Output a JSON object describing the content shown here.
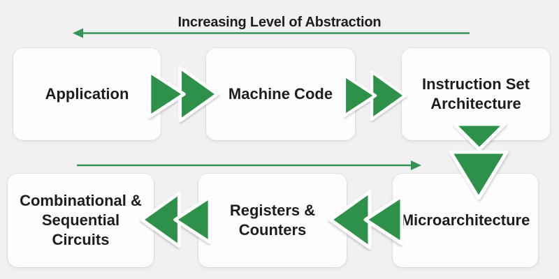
{
  "diagram": {
    "title": "Increasing Level of Abstraction",
    "nodes": [
      {
        "id": "application",
        "label": "Application"
      },
      {
        "id": "machine-code",
        "label": "Machine Code"
      },
      {
        "id": "instruction-set-architecture",
        "label": "Instruction Set\nArchitecture"
      },
      {
        "id": "microarchitecture",
        "label": "Microarchitecture"
      },
      {
        "id": "registers-counters",
        "label": "Registers &\nCounters"
      },
      {
        "id": "combinational-sequential-circuits",
        "label": "Combinational &\nSequential\nCircuits"
      }
    ],
    "flow_arrows": [
      {
        "from": "Application",
        "to": "Machine Code",
        "direction": "right"
      },
      {
        "from": "Machine Code",
        "to": "Instruction Set Architecture",
        "direction": "right"
      },
      {
        "from": "Instruction Set Architecture",
        "to": "Microarchitecture",
        "direction": "down"
      },
      {
        "from": "Microarchitecture",
        "to": "Registers & Counters",
        "direction": "left"
      },
      {
        "from": "Registers & Counters",
        "to": "Combinational & Sequential Circuits",
        "direction": "left"
      }
    ],
    "axis_arrows": [
      {
        "position": "top",
        "direction": "left"
      },
      {
        "position": "middle",
        "direction": "right"
      }
    ]
  },
  "colors": {
    "bg": "#f1f1f1",
    "box-bg": "#fdfdfd",
    "text": "#1d1d1d",
    "green": "#2e9148",
    "line-green": "#359356"
  }
}
